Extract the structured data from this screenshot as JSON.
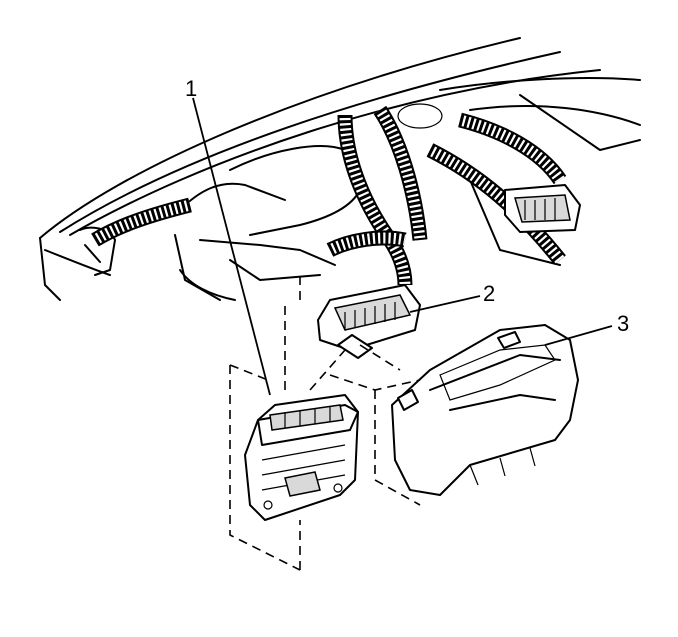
{
  "callouts": [
    {
      "label": "1",
      "part": "pcm-module"
    },
    {
      "label": "2",
      "part": "harness-connector"
    },
    {
      "label": "3",
      "part": "module-cover"
    }
  ]
}
